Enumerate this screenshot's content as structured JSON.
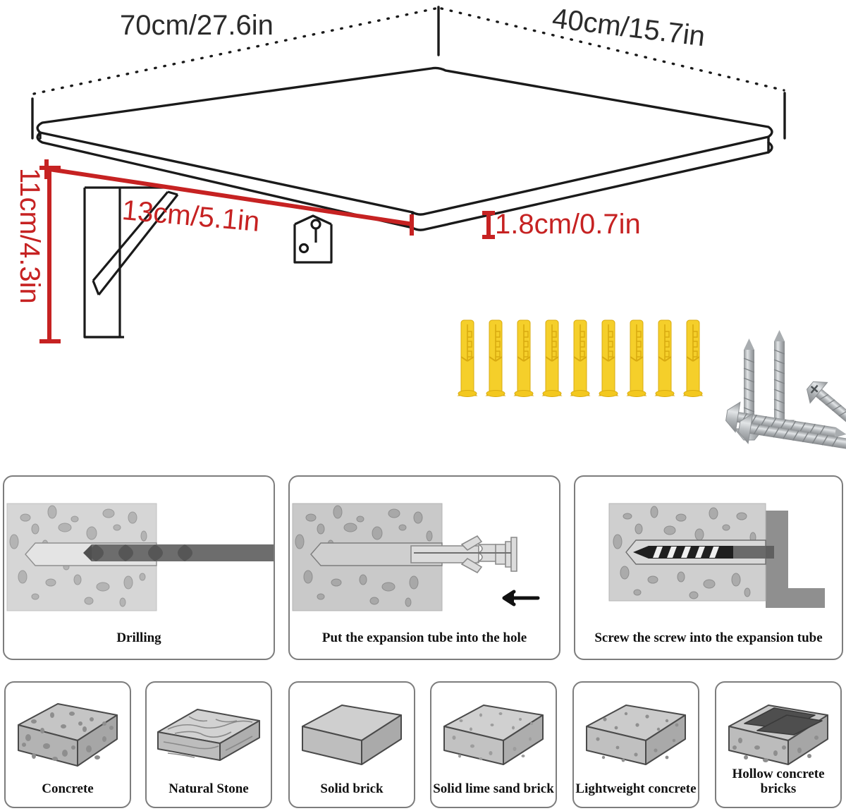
{
  "product": {
    "type": "wall-mounted-floating-shelf-diagram",
    "dimensions": {
      "width": "70cm/27.6in",
      "depth": "40cm/15.7in",
      "bracket_depth": "13cm/5.1in",
      "thickness": "1.8cm/0.7in",
      "bracket_height": "11cm/4.3in"
    },
    "colors": {
      "dimension_red": "#c62222",
      "outline_black": "#1a1a1a",
      "anchor_yellow": "#f5cf2a",
      "screw_silver": "#b9bcbe",
      "concrete_gray": "#d2d2d2",
      "card_border": "#7d7d7d"
    }
  },
  "hardware": {
    "anchor_count": 9,
    "anchor_name": "expansion-anchor",
    "screw_count": 5,
    "screw_name": "countersunk-screw"
  },
  "install_steps": [
    {
      "index": "1",
      "caption": "Drilling",
      "icon": "drill-bit-icon"
    },
    {
      "index": "2",
      "caption": "Put the expansion tube into the hole",
      "icon": "expansion-tube-icon"
    },
    {
      "index": "3",
      "caption": "Screw the screw into the expansion tube",
      "icon": "screw-icon"
    }
  ],
  "materials": [
    {
      "label": "Concrete",
      "icon": "concrete-block-icon"
    },
    {
      "label": "Natural Stone",
      "icon": "natural-stone-icon"
    },
    {
      "label": "Solid brick",
      "icon": "solid-brick-icon"
    },
    {
      "label": "Solid lime sand brick",
      "icon": "lime-sand-brick-icon"
    },
    {
      "label": "Lightweight concrete",
      "icon": "lightweight-concrete-icon"
    },
    {
      "label": "Hollow concrete bricks",
      "icon": "hollow-concrete-brick-icon"
    }
  ]
}
